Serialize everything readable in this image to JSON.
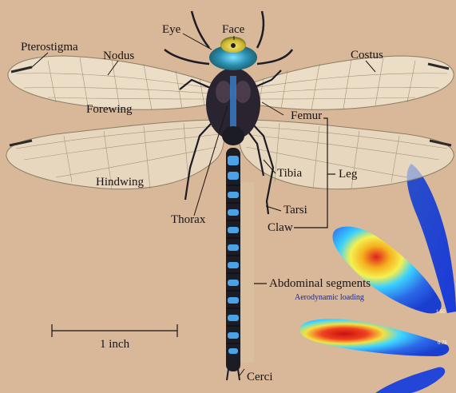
{
  "labels": {
    "eye": "Eye",
    "face": "Face",
    "pterostigma": "Pterostigma",
    "nodus": "Nodus",
    "costus": "Costus",
    "forewing": "Forewing",
    "femur": "Femur",
    "tibia": "Tibia",
    "leg": "Leg",
    "hindwing": "Hindwing",
    "thorax": "Thorax",
    "tarsi": "Tarsi",
    "claw": "Claw",
    "abdominal_segments": "Abdominal segments",
    "aerodynamic_loading": "Aerodynamic loading",
    "cerci": "Cerci",
    "scale_bar": "1 inch"
  },
  "colors": {
    "background": "#d9b799",
    "wing_fill": "#f2ecd8",
    "vein": "#8a7f62",
    "body_dark": "#1c1c24",
    "body_blue": "#4aa3e6",
    "eye_green": "#3fa87a",
    "face_yellow": "#e8d64a",
    "heat_low": "#1a3fd0",
    "heat_mid": "#3ad0ff",
    "heat_high": "#e02020"
  }
}
